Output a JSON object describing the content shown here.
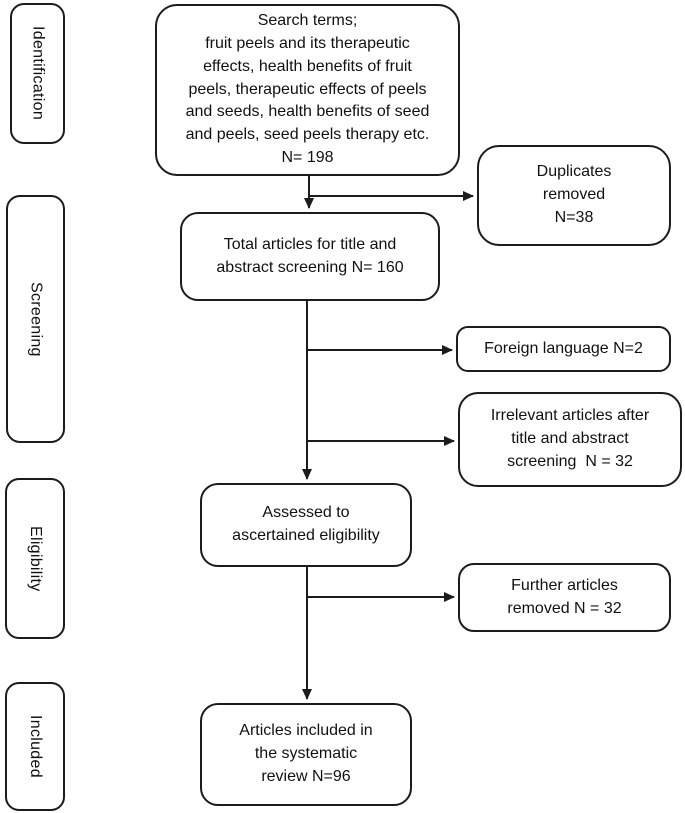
{
  "colors": {
    "background": "#ffffff",
    "box_border": "#1c1c1c",
    "arrow": "#1c1c1c",
    "text": "#111111"
  },
  "stages": [
    {
      "label": "Identification"
    },
    {
      "label": "Screening"
    },
    {
      "label": "Eligibility"
    },
    {
      "label": "Included"
    }
  ],
  "flow": {
    "search_terms": "Search terms;\nfruit peels and its therapeutic\neffects, health benefits of fruit\npeels, therapeutic effects of peels\nand seeds, health benefits of seed\nand peels, seed peels therapy etc.\nN= 198",
    "duplicates_removed": "Duplicates\nremoved\nN=38",
    "title_abstract_screening": "Total articles for title and\nabstract screening N= 160",
    "foreign_language": "Foreign language N=2",
    "irrelevant_articles": "Irrelevant articles after\ntitle and abstract\nscreening  N = 32",
    "assessed_eligibility": "Assessed to\nascertained eligibility",
    "further_articles_removed": "Further articles\nremoved N = 32",
    "included_in_review": "Articles included in\nthe systematic\nreview N=96"
  }
}
